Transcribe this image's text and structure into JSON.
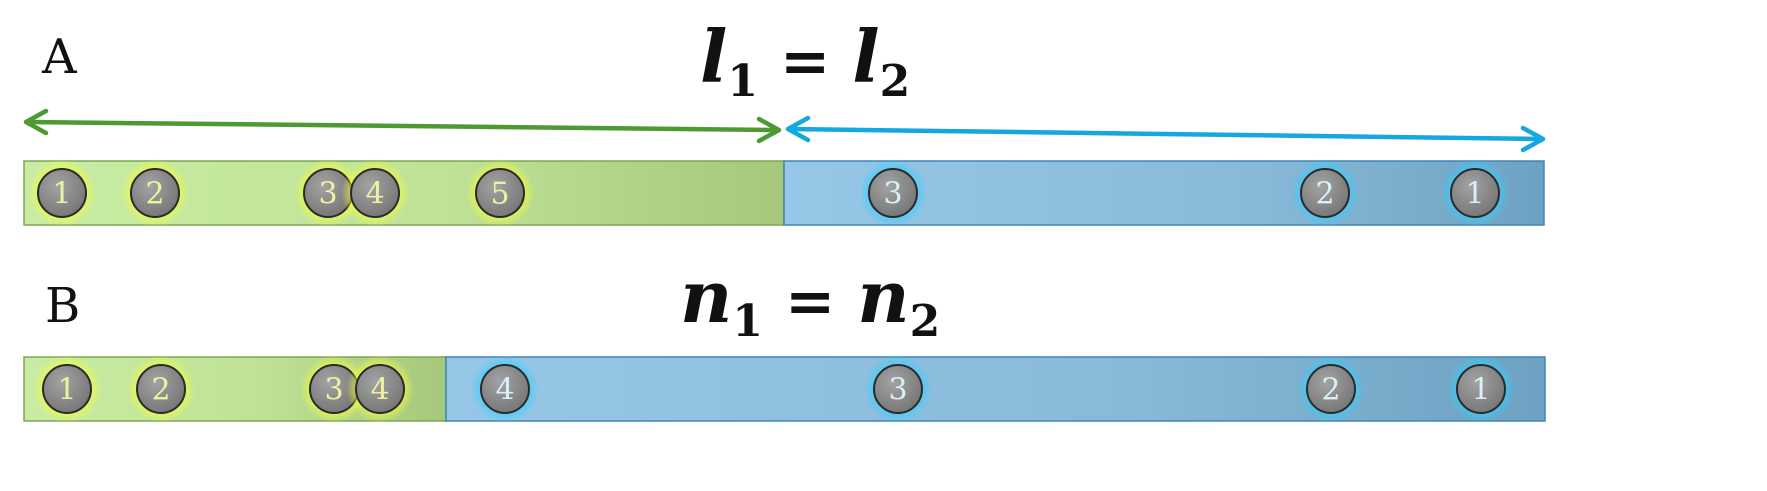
{
  "panels": [
    {
      "letter": "A",
      "equation": {
        "var1": "l",
        "sub1": "1",
        "op": "=",
        "var2": "l",
        "sub2": "2"
      },
      "green_beads": [
        "1",
        "2",
        "3",
        "4",
        "5"
      ],
      "blue_beads": [
        "3",
        "2",
        "1"
      ]
    },
    {
      "letter": "B",
      "equation": {
        "var1": "n",
        "sub1": "1",
        "op": "=",
        "var2": "n",
        "sub2": "2"
      },
      "green_beads": [
        "1",
        "2",
        "3",
        "4"
      ],
      "blue_beads": [
        "4",
        "3",
        "2",
        "1"
      ]
    }
  ],
  "colors": {
    "green_arrow": "#4e9a32",
    "blue_arrow": "#13a8e0",
    "green_bar_light": "#c6eaa0",
    "green_bar_dark": "#a8c97e",
    "blue_bar_light": "#96c6e6",
    "blue_bar_dark": "#6fa4c4",
    "bead_fill": "#8a8a8a",
    "green_glow": "#e6f53a",
    "blue_glow": "#2bc6f2",
    "green_label": "#eef2a0",
    "blue_label": "#d7f1fb"
  }
}
